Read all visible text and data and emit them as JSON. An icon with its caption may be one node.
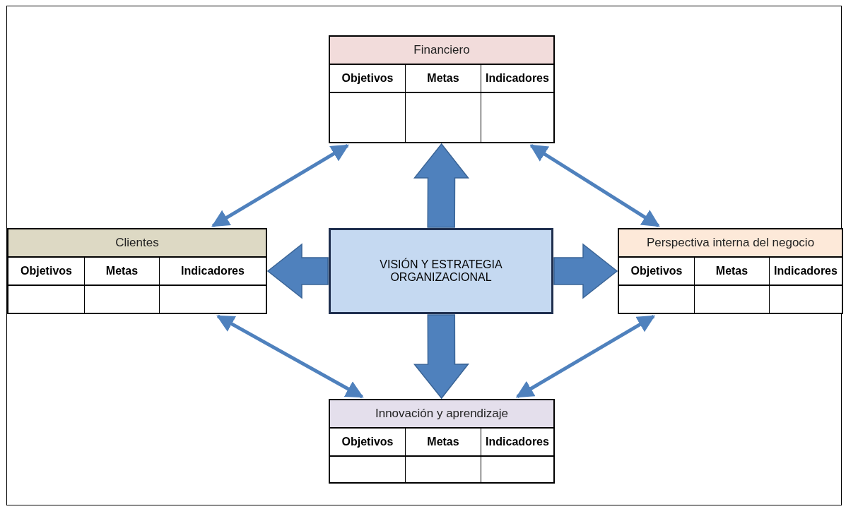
{
  "diagram": {
    "nodes": [
      {
        "text": [
          "Financiero",
          "Objetivos",
          "Metas",
          "Indicadores"
        ]
      },
      {
        "text": [
          "Clientes",
          "Objetivos",
          "Metas",
          "Indicadores"
        ]
      },
      {
        "text": [
          "VISIÓN Y ESTRATEGIA ORGANIZACIONAL"
        ]
      },
      {
        "text": [
          "Perspectiva interna del negocio",
          "Objetivos",
          "Metas",
          "Indicadores"
        ]
      },
      {
        "text": [
          "Innovación y aprendizaje",
          "Objetivos",
          "Metas",
          "Indicadores"
        ]
      }
    ],
    "edges": [
      {
        "from": 2,
        "to": 0,
        "arrow": "to",
        "style": "thick"
      },
      {
        "from": 2,
        "to": 1,
        "arrow": "to",
        "style": "thick"
      },
      {
        "from": 2,
        "to": 3,
        "arrow": "to",
        "style": "thick"
      },
      {
        "from": 2,
        "to": 4,
        "arrow": "to",
        "style": "thick"
      },
      {
        "from": 1,
        "to": 0,
        "arrow": "both"
      },
      {
        "from": 0,
        "to": 3,
        "arrow": "both"
      },
      {
        "from": 1,
        "to": 4,
        "arrow": "both"
      },
      {
        "from": 3,
        "to": 4,
        "arrow": "both"
      }
    ]
  }
}
